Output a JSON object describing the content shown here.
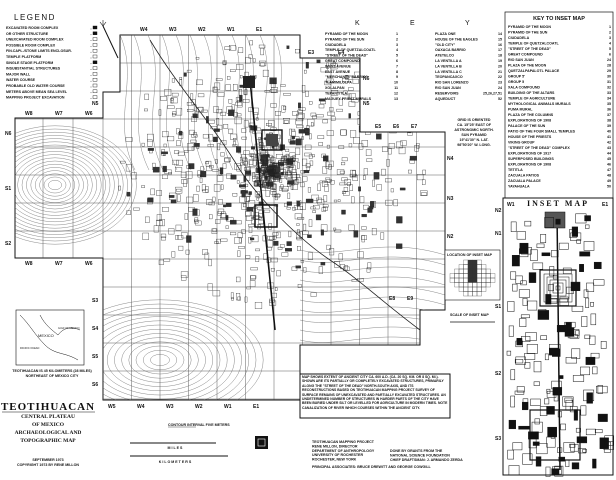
{
  "legend": {
    "title": "LEGEND",
    "items": [
      "EXCAVATED ROOM COMPLEX",
      "OR OTHER STRUCTURE",
      "UNEXCAVATED ROOM COMPLEX",
      "POSSIBLE ROOM COMPLEX",
      "FIN.CAPL./STONE LIMITS ENCLOSUR.",
      "TEMPLE PLATFORM",
      "SINGLE STAGE PLATFORM",
      "INSUBSTANTIAL STRUCTURES",
      "MAJOR WALL",
      "WATER COURSE",
      "PROBABLE OLD WATER COURSE",
      "METERS ABOVE MEAN SEA LEVEL",
      "MAPPING PROJECT EXCAVATION"
    ]
  },
  "key": {
    "title": [
      "K",
      "E",
      "Y"
    ],
    "left": [
      {
        "name": "PYRAMID OF THE MOON",
        "num": "1"
      },
      {
        "name": "PYRAMID OF THE SUN",
        "num": "2"
      },
      {
        "name": "CIUDADELA",
        "num": "3"
      },
      {
        "name": "TEMPLE OF QUETZALCOATL",
        "num": "4"
      },
      {
        "name": "\"STREET OF THE DEAD\"",
        "num": "5"
      },
      {
        "name": "GREAT COMPOUND",
        "num": "6"
      },
      {
        "name": "WEST AVENUE",
        "num": "7"
      },
      {
        "name": "EAST AVENUE",
        "num": "8"
      },
      {
        "name": "\"MERCHANTS' BARRIO\"",
        "num": "9"
      },
      {
        "name": "TLAMIMILOLPA",
        "num": "10"
      },
      {
        "name": "XOLALPAN",
        "num": "11"
      },
      {
        "name": "TEPANTITLA",
        "num": "12"
      },
      {
        "name": "MAGUEY PRIEST MURALS",
        "num": "13"
      }
    ],
    "right": [
      {
        "name": "PLAZA ONE",
        "num": "14"
      },
      {
        "name": "HOUSE OF THE EAGLES",
        "num": "15"
      },
      {
        "name": "\"OLD CITY\"",
        "num": "16"
      },
      {
        "name": "OAXACA BARRIO",
        "num": "17"
      },
      {
        "name": "ATETELCO",
        "num": "18"
      },
      {
        "name": "LA VENTILLA A",
        "num": "19"
      },
      {
        "name": "LA VENTILLA B",
        "num": "20"
      },
      {
        "name": "LA VENTILLA C",
        "num": "21"
      },
      {
        "name": "TEOPANCAXCO",
        "num": "22"
      },
      {
        "name": "RIO SAN LORENZO",
        "num": "23"
      },
      {
        "name": "RIO SAN JUAN",
        "num": "24"
      },
      {
        "name": "RESERVOIRS",
        "num": "25,26,27,51"
      },
      {
        "name": "AQUEDUCT",
        "num": "52"
      }
    ]
  },
  "inset_key": {
    "title": "KEY TO INSET MAP",
    "items": [
      {
        "name": "PYRAMID OF THE MOON",
        "num": "1"
      },
      {
        "name": "PYRAMID OF THE SUN",
        "num": "2"
      },
      {
        "name": "CIUDADELA",
        "num": "3"
      },
      {
        "name": "TEMPLE OF QUETZALCOATL",
        "num": "4"
      },
      {
        "name": "\"STREET OF THE DEAD\"",
        "num": "5"
      },
      {
        "name": "GREAT COMPOUND",
        "num": "6"
      },
      {
        "name": "RIO SAN JUAN",
        "num": "24"
      },
      {
        "name": "PLAZA OF THE MOON",
        "num": "28"
      },
      {
        "name": "QUETZALPAPALOTL PALACE",
        "num": "29"
      },
      {
        "name": "GROUP 5'",
        "num": "30"
      },
      {
        "name": "GROUP 5",
        "num": "31"
      },
      {
        "name": "XALA COMPOUND",
        "num": "32"
      },
      {
        "name": "BUILDING OF THE ALTARS",
        "num": "33"
      },
      {
        "name": "TEMPLE OF AGRICULTURE",
        "num": "34"
      },
      {
        "name": "MYTHOLOGICAL ANIMALS MURALS",
        "num": "35"
      },
      {
        "name": "PUMA MURAL",
        "num": "36"
      },
      {
        "name": "PLAZA OF THE COLUMNS",
        "num": "37"
      },
      {
        "name": "EXPLORATIONS OF 1908",
        "num": "38"
      },
      {
        "name": "PALACE OF THE SUN",
        "num": "39"
      },
      {
        "name": "PATIO OF THE FOUR SMALL TEMPLES",
        "num": "40"
      },
      {
        "name": "HOUSE OF THE PRIESTS",
        "num": "41"
      },
      {
        "name": "VIKING GROUP",
        "num": "42"
      },
      {
        "name": "\"STREET OF THE DEAD\" COMPLEX",
        "num": "43"
      },
      {
        "name": "EXPLORATIONS OF 1917",
        "num": "44"
      },
      {
        "name": "SUPERPOSED BUILDINGS",
        "num": "45"
      },
      {
        "name": "EXPLORATIONS OF 1908",
        "num": "46"
      },
      {
        "name": "TETITLA",
        "num": "47"
      },
      {
        "name": "ZACUALA PATIOS",
        "num": "48"
      },
      {
        "name": "ZACUALA PALACE",
        "num": "49"
      },
      {
        "name": "YAYAHUALA",
        "num": "50"
      }
    ]
  },
  "inset_map": {
    "title": "INSET MAP",
    "labels": [
      "W1",
      "E1",
      "N2",
      "N1",
      "S1",
      "S2",
      "S3"
    ]
  },
  "location_inset": {
    "title": "LOCATION OF INSET MAP"
  },
  "scale_inset": {
    "title": "SCALE OF INSET MAP"
  },
  "grid_note": [
    "GRID IS ORIENTED",
    "CA. 15°25' EAST OF",
    "ASTRONOMIC NORTH.",
    "SUN PYRAMID",
    "19°41'30\" N. LAT.",
    "98°50'20\" W. LONG."
  ],
  "grid_labels": {
    "top": [
      "W4",
      "W3",
      "W2",
      "W1",
      "E1"
    ],
    "top_east": [
      "E3",
      "E4"
    ],
    "east": [
      "E5",
      "E6",
      "E7",
      "E8",
      "E9"
    ],
    "north": [
      "N6",
      "N5",
      "N4",
      "N3",
      "N2"
    ],
    "west_top": [
      "W8",
      "W7",
      "W6"
    ],
    "west_bottom": [
      "W8",
      "W7",
      "W6"
    ],
    "west_rows": [
      "N6",
      "S1",
      "S2"
    ],
    "south_rows": [
      "S3",
      "S4",
      "S5",
      "S6"
    ],
    "bottom": [
      "W5",
      "W4",
      "W3",
      "W2",
      "W1",
      "E1"
    ],
    "n5_west": "N5"
  },
  "mexico_inset": {
    "label": "MEXICO",
    "gulf": "GULF OF MEXICO",
    "ocean": "PACIFIC OCEAN"
  },
  "teotihuacan_note": [
    "TEOTIHUACAN IS 45 KILOMETERS (28 MILES)",
    "NORTHEAST OF MEXICO CITY"
  ],
  "title_block": {
    "title": "TEOTIHUACAN",
    "lines": [
      "CENTRAL PLATEAU",
      "OF MEXICO",
      "ARCHAEOLOGICAL AND",
      "TOPOGRAPHIC MAP"
    ],
    "date": "SEPTEMBER 1973",
    "copyright": "COPYRIGHT 1973 BY RENE MILLON"
  },
  "contour_note": "CONTOUR INTERVAL FIVE METERS",
  "scale": {
    "miles": "M I L E S",
    "km": "K I L O M E T E R S"
  },
  "notes": "MAP SHOWS EXTENT OF ANCIENT CITY CA. 600 A.D. (CA. 20 SQ. KM. OR 8 SQ. MI.). SHOWN ARE ITS PARTIALLY OR COMPLETELY EXCAVATED STRUCTURES, PRIMARILY ALONG THE \"STREET OF THE DEAD\" NORTH-SOUTH AXIS, AND ITS RECONSTRUCTIONS BASED ON TEOTIHUACAN MAPPING PROJECT SURVEY OF SURFACE REMAINS OF UNEXCAVATED AND PARTIALLY EXCAVATED STRUCTURES. AN UNDETERMINED NUMBER OF STRUCTURES IN HARDER PARTS OF THE CITY HAVE BEEN BURIED UNDER SILT OR LEVELLED FOR AGRICULTURE IN MODERN TIMES. NOTE CANALIZATION OF RIVER WHICH COURSES WITHIN THE ANCIENT CITY.",
  "credits": {
    "left": [
      "TEOTIHUACAN MAPPING PROJECT",
      "RENE MILLON, DIRECTOR",
      "DEPARTMENT OF ANTHROPOLOGY",
      "UNIVERSITY OF ROCHESTER",
      "ROCHESTER, NEW YORK"
    ],
    "right": [
      "DONE BY GRANTS FROM THE",
      "NATIONAL SCIENCE FOUNDATION"
    ],
    "chief": "CHIEF DRAFTSMAN: J. ARMANDO ZERDA",
    "associates": "PRINCIPAL ASSOCIATES: BRUCE DREWITT AND GEORGE COWGILL"
  }
}
